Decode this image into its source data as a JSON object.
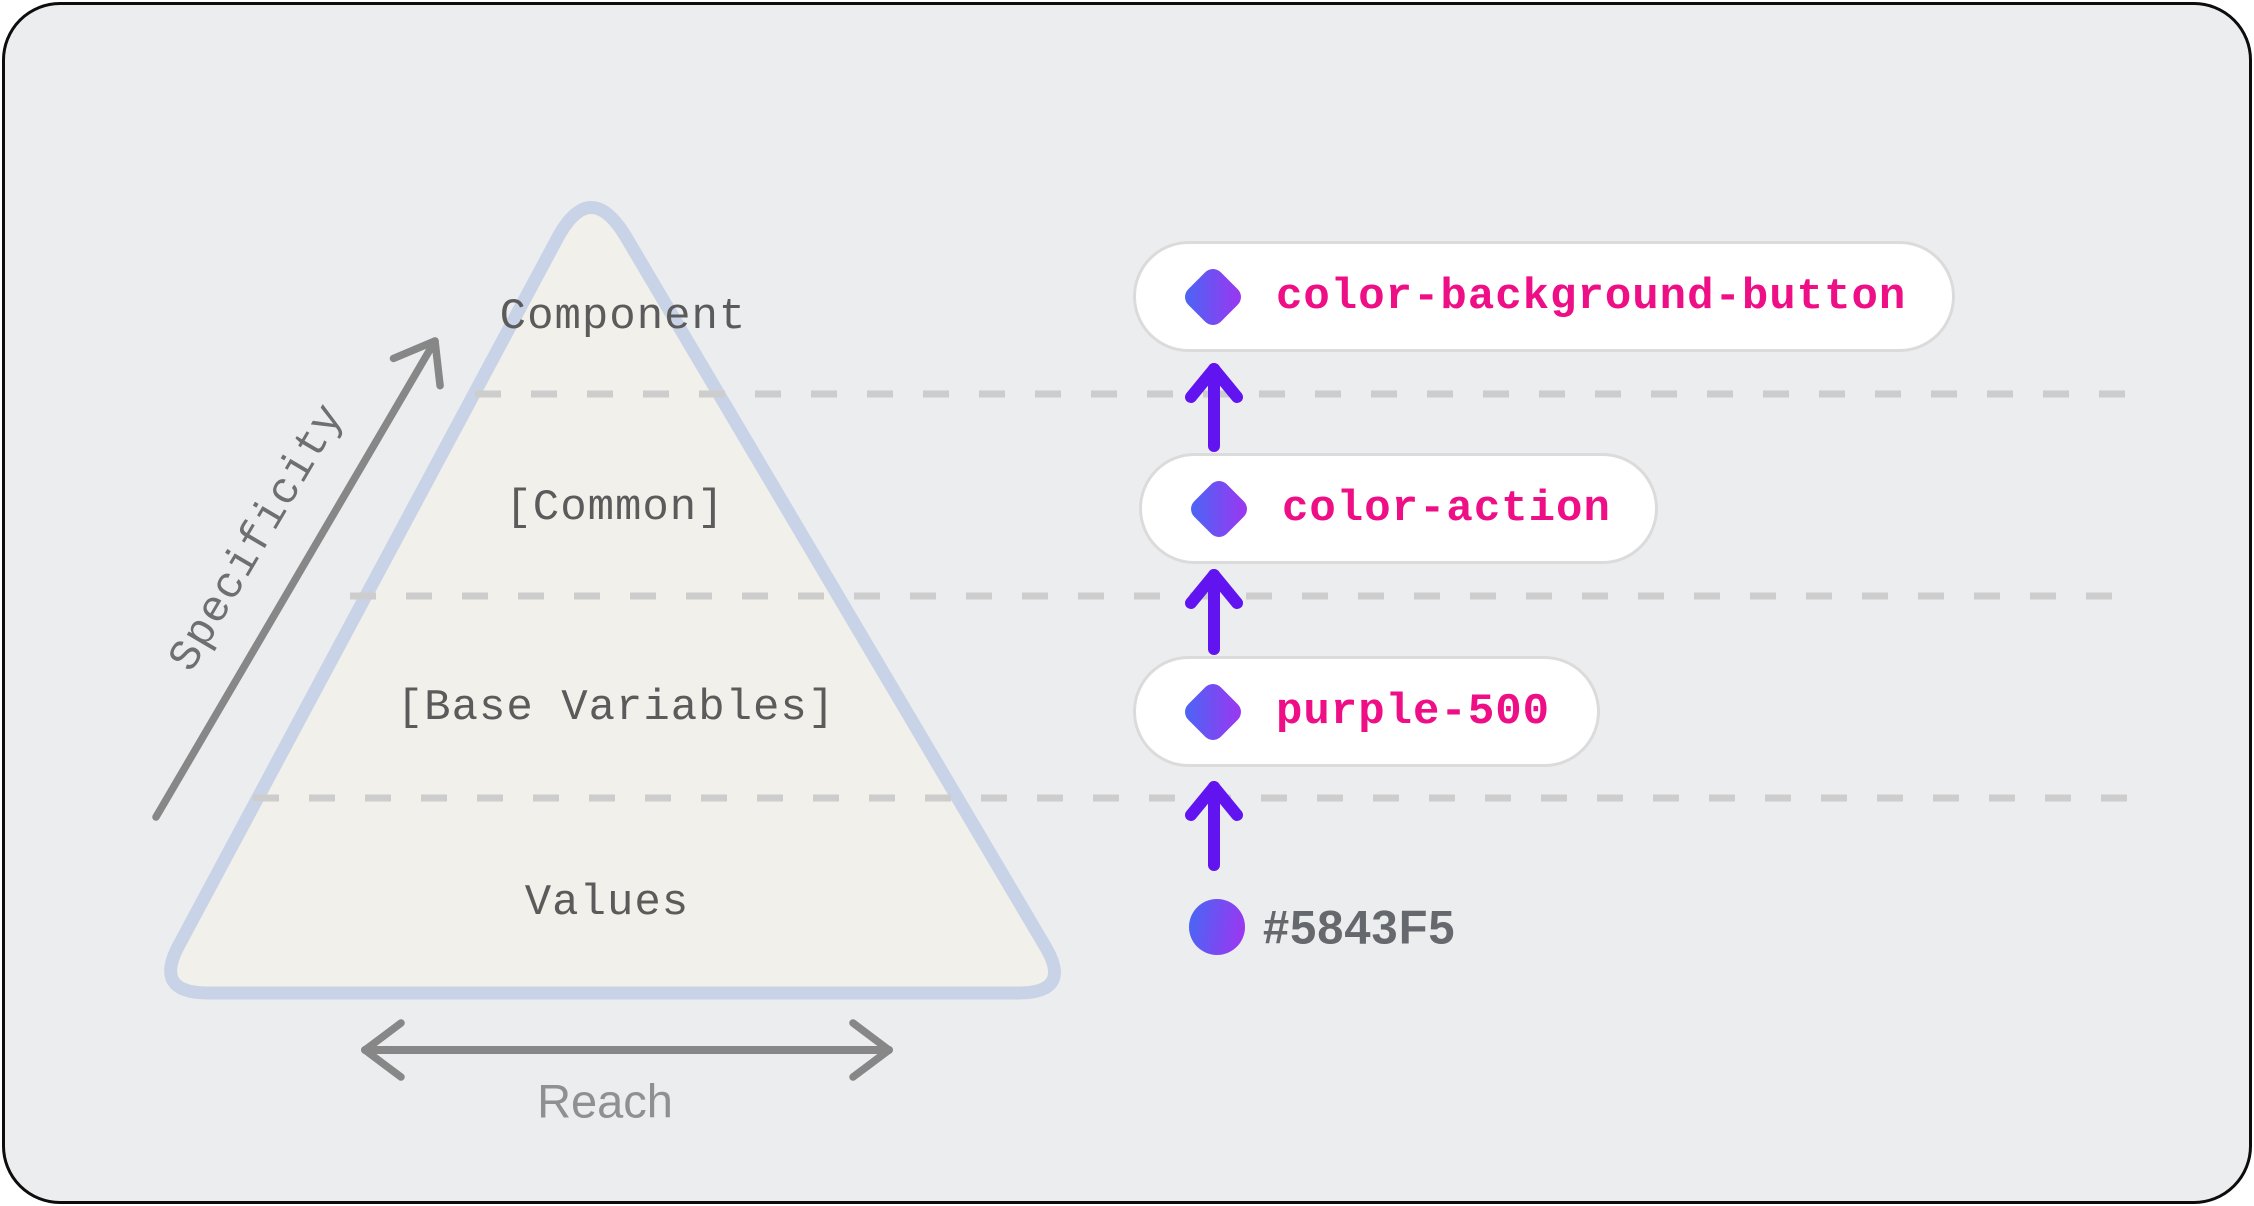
{
  "pyramid": {
    "levels": [
      {
        "name": "Component"
      },
      {
        "name": "[Common]"
      },
      {
        "name": "[Base Variables]"
      },
      {
        "name": "Values"
      }
    ],
    "fill_color": "#F2F0EB",
    "stroke_color": "#C9D3E7"
  },
  "axes": {
    "specificity_label": "Specificity",
    "reach_label": "Reach",
    "arrow_color": "#878787"
  },
  "tokens": {
    "component": {
      "label": "color-background-button"
    },
    "common": {
      "label": "color-action"
    },
    "base": {
      "label": "purple-500"
    },
    "value": {
      "label": "#5843F5"
    }
  },
  "colors": {
    "card_background": "#ECEDEF",
    "card_border": "#0D0D0D",
    "token_text": "#EE0E86",
    "token_pill_background": "#FFFFFF",
    "token_pill_border": "#DBDBDB",
    "promotion_arrow": "#6114F0",
    "swatch_gradient_start": "#4568F5",
    "swatch_gradient_end": "#A233F0",
    "dashed_divider": "#CDCDCD",
    "level_text": "#5B5B5B"
  }
}
